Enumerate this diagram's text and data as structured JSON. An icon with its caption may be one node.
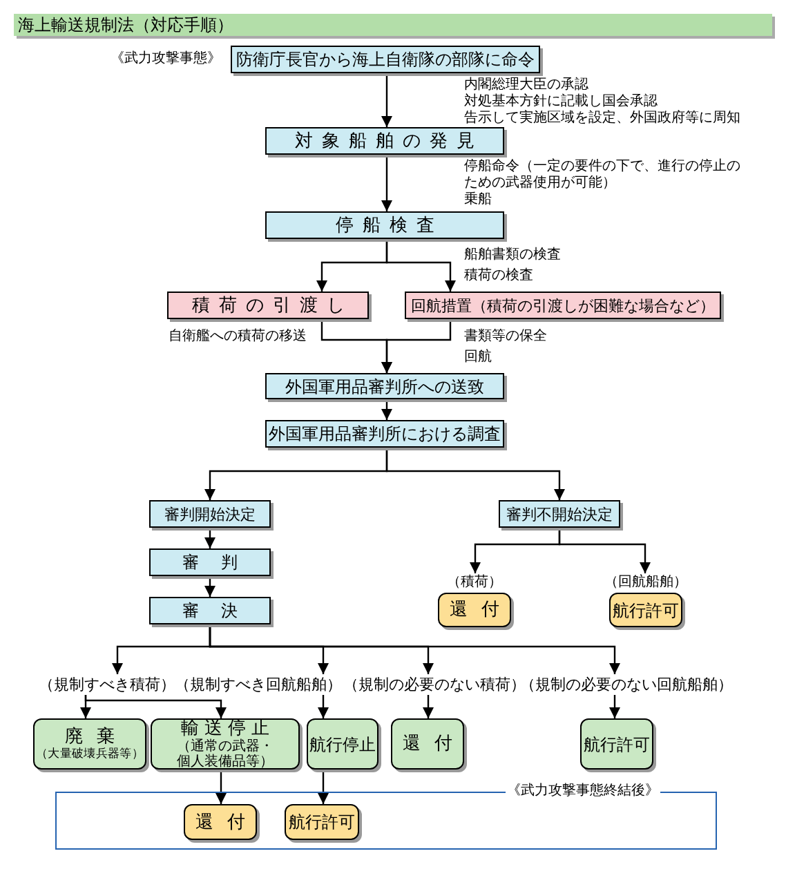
{
  "diagram": {
    "title": "海上輸送規制法（対応手順）",
    "nodes": [
      {
        "text": [
          "防衛庁長官から海上自衛隊の部隊に命令"
        ],
        "beside": [
          "《武力攻撃事態》"
        ]
      },
      {
        "text": [
          "対象船舶の発見"
        ]
      },
      {
        "text": [
          "停船検査"
        ]
      },
      {
        "text": [
          "積荷の引渡し"
        ]
      },
      {
        "text": [
          "回航措置（積荷の引渡しが困難な場合など）"
        ]
      },
      {
        "text": [
          "外国軍用品審判所への送致"
        ]
      },
      {
        "text": [
          "外国軍用品審判所における調査"
        ]
      },
      {
        "text": [
          "審判開始決定"
        ]
      },
      {
        "text": [
          "審判不開始決定"
        ]
      },
      {
        "text": [
          "審判"
        ]
      },
      {
        "text": [
          "審決"
        ]
      },
      {
        "text": [
          "還付"
        ],
        "beside": [
          "（積荷）"
        ]
      },
      {
        "text": [
          "航行許可"
        ],
        "beside": [
          "（回航船舶）"
        ]
      },
      {
        "text": [
          "（規制すべき積荷）"
        ]
      },
      {
        "text": [
          "（規制すべき回航船舶）"
        ]
      },
      {
        "text": [
          "（規制の必要のない積荷）"
        ]
      },
      {
        "text": [
          "（規制の必要のない回航船舶）"
        ]
      },
      {
        "text": [
          "廃棄",
          "（大量破壊兵器等）"
        ]
      },
      {
        "text": [
          "輸送停止",
          "（通常の武器・個人装備品等）"
        ]
      },
      {
        "text": [
          "航行停止"
        ]
      },
      {
        "text": [
          "還付"
        ]
      },
      {
        "text": [
          "航行許可"
        ]
      },
      {
        "text": [
          "《武力攻撃事態終結後》"
        ]
      },
      {
        "text": [
          "還付"
        ],
        "in": 22
      },
      {
        "text": [
          "航行許可"
        ],
        "in": 22
      }
    ],
    "edges": [
      {
        "from": 0,
        "to": 1,
        "arrow": "to"
      },
      {
        "from": 1,
        "to": 2,
        "arrow": "to"
      },
      {
        "from": 2,
        "to": 3,
        "arrow": "to"
      },
      {
        "from": 2,
        "to": 4,
        "arrow": "to"
      },
      {
        "from": 3,
        "to": 5,
        "arrow": "to"
      },
      {
        "from": 4,
        "to": 5,
        "arrow": "to"
      },
      {
        "from": 5,
        "to": 6,
        "arrow": "to"
      },
      {
        "from": 6,
        "to": 7,
        "arrow": "to"
      },
      {
        "from": 6,
        "to": 8,
        "arrow": "to"
      },
      {
        "from": 7,
        "to": 9,
        "arrow": "to"
      },
      {
        "from": 9,
        "to": 10,
        "arrow": "to"
      },
      {
        "from": 8,
        "to": 11,
        "arrow": "to"
      },
      {
        "from": 8,
        "to": 12,
        "arrow": "to"
      },
      {
        "from": 10,
        "to": 13,
        "arrow": "to"
      },
      {
        "from": 10,
        "to": 14,
        "arrow": "to"
      },
      {
        "from": 10,
        "to": 15,
        "arrow": "to"
      },
      {
        "from": 10,
        "to": 16,
        "arrow": "to"
      },
      {
        "from": 13,
        "to": 17,
        "arrow": "to"
      },
      {
        "from": 13,
        "to": 18,
        "arrow": "to"
      },
      {
        "from": 14,
        "to": 19,
        "arrow": "to"
      },
      {
        "from": 15,
        "to": 20,
        "arrow": "to"
      },
      {
        "from": 16,
        "to": 21,
        "arrow": "to"
      },
      {
        "from": 18,
        "to": 23,
        "arrow": "to"
      },
      {
        "from": 19,
        "to": 24,
        "arrow": "to"
      }
    ],
    "labels": [
      "内閣総理大臣の承認",
      "対処基本方針に記載し国会承認",
      "告示して実施区域を設定、外国政府等に周知",
      "停船命令（一定の要件の下で、進行の停止のための武器使用が可能）",
      "乗船",
      "船舶書類の検査",
      "積荷の検査",
      "自衛艦への積荷の移送",
      "書類等の保全",
      "回航"
    ]
  }
}
